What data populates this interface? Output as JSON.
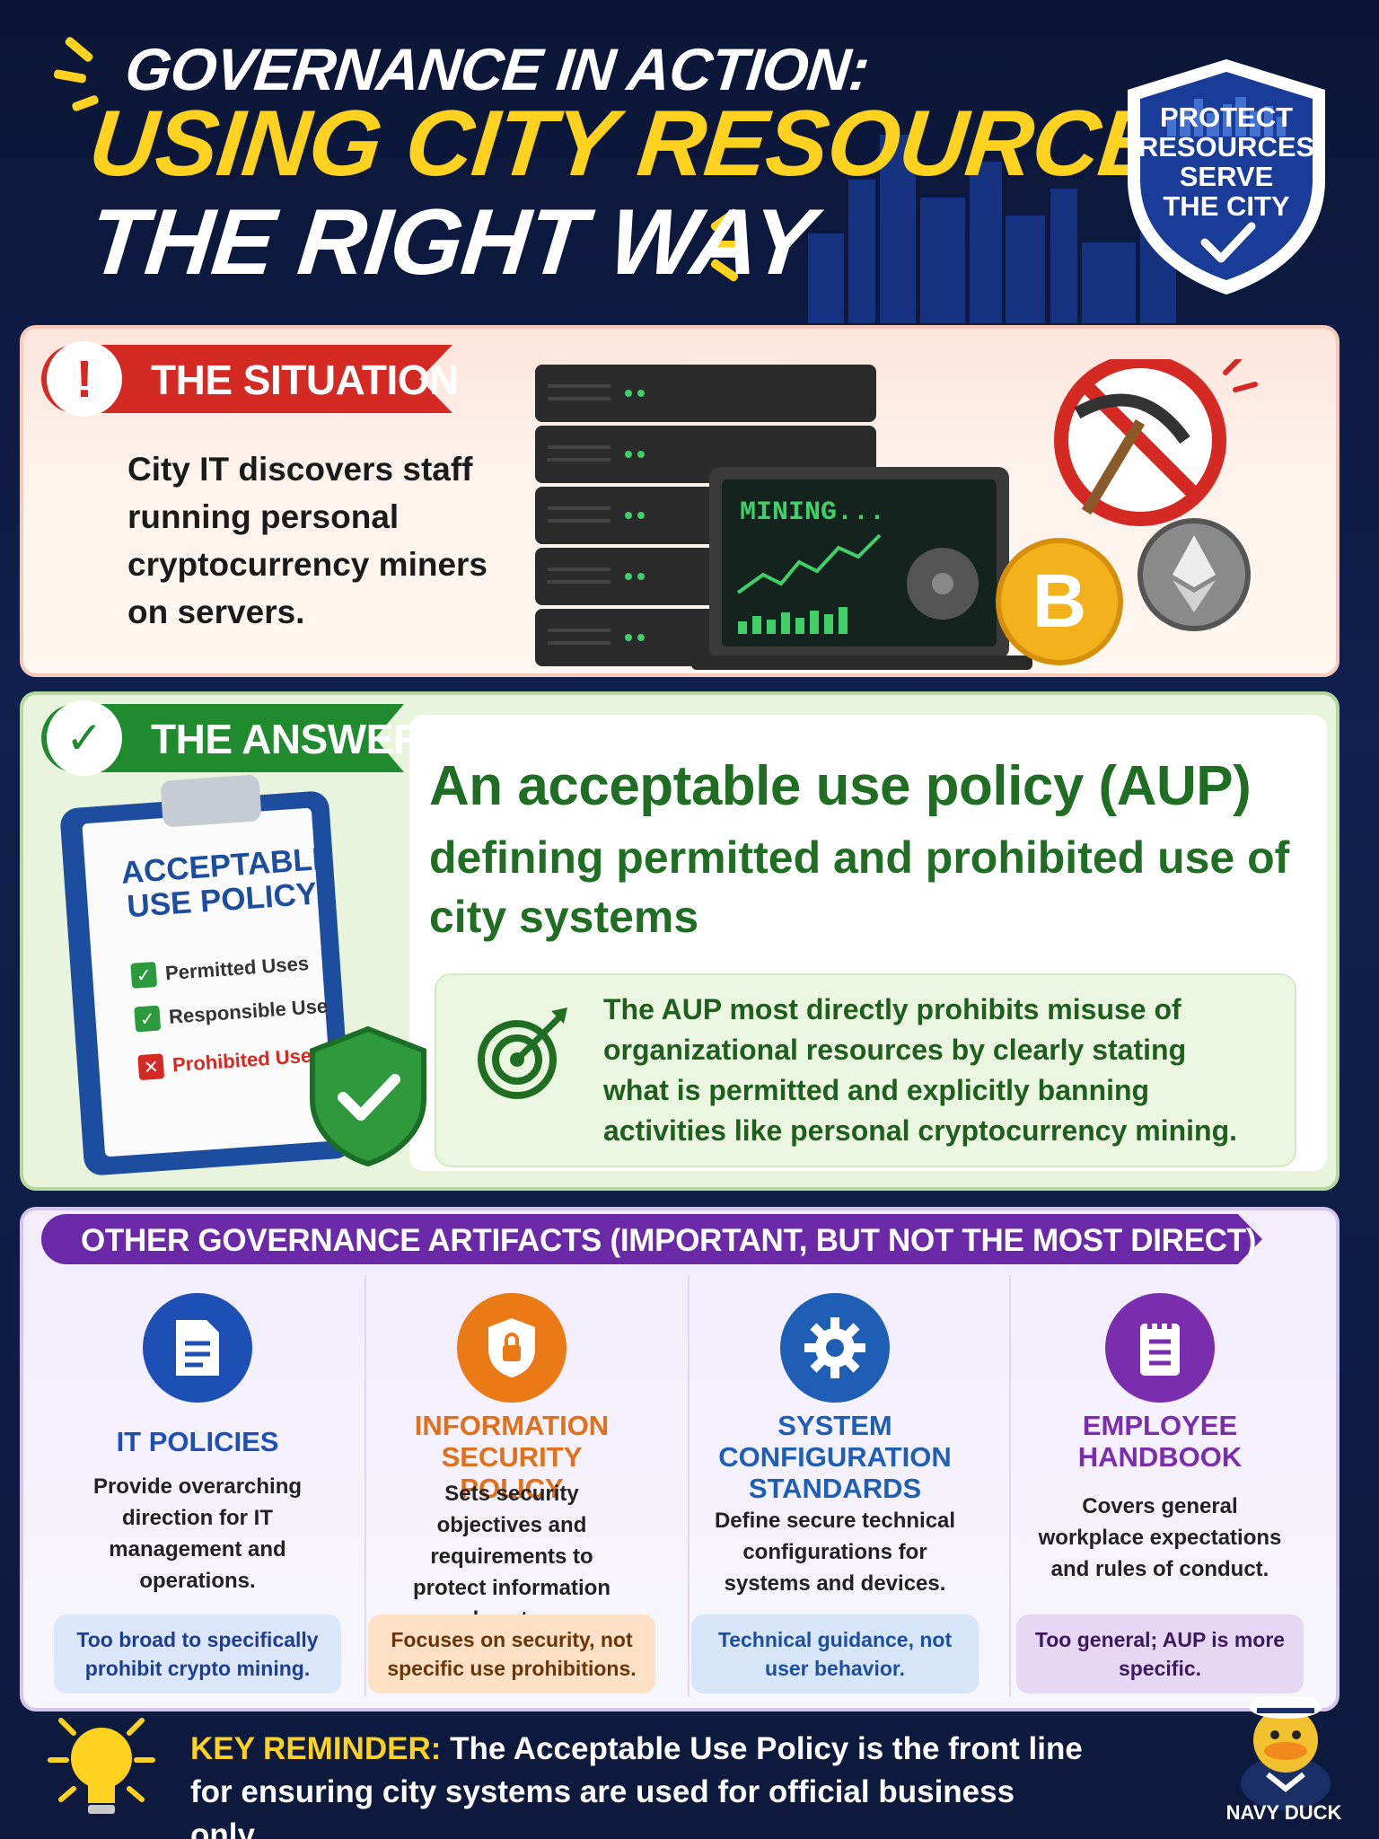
{
  "header": {
    "line1": "GOVERNANCE IN ACTION:",
    "line2": "USING CITY RESOURCES",
    "line3": "THE RIGHT WAY",
    "badge_lines": [
      "PROTECT",
      "RESOURCES",
      "SERVE",
      "THE CITY"
    ]
  },
  "situation": {
    "tag": "THE SITUATION",
    "tag_icon": "exclamation-icon",
    "text": "City IT discovers staff running personal cryptocurrency miners on servers.",
    "laptop_label": "MINING..."
  },
  "answer": {
    "tag": "THE ANSWER",
    "tag_icon": "check-icon",
    "title": "An acceptable use policy (AUP)",
    "subtitle": "defining permitted and prohibited use of city systems",
    "detail": "The AUP most directly prohibits misuse of organizational resources by clearly stating what is permitted and explicitly banning activities like personal cryptocurrency mining.",
    "clipboard": {
      "title": "ACCEPTABLE USE POLICY",
      "items": [
        {
          "label": "Permitted Uses",
          "status": "check"
        },
        {
          "label": "Responsible Use",
          "status": "check"
        },
        {
          "label": "Prohibited Uses",
          "status": "x"
        }
      ]
    }
  },
  "other": {
    "title": "OTHER GOVERNANCE ARTIFACTS (IMPORTANT, BUT NOT THE MOST DIRECT)",
    "artifacts": [
      {
        "title": "IT POLICIES",
        "icon": "document-icon",
        "description": "Provide overarching direction for IT management and operations.",
        "note": "Too broad to specifically prohibit crypto mining.",
        "color": "#1e4fb5"
      },
      {
        "title": "INFORMATION SECURITY POLICY",
        "icon": "shield-lock-icon",
        "description": "Sets security objectives and requirements to protect information and systems..",
        "note": "Focuses on security, not specific use prohibitions.",
        "color": "#e0701a"
      },
      {
        "title": "SYSTEM CONFIGURATION STANDARDS",
        "icon": "gear-icon",
        "description": "Define secure technical configurations for systems and devices.",
        "note": "Technical guidance, not user behavior.",
        "color": "#1e5fb5"
      },
      {
        "title": "EMPLOYEE HANDBOOK",
        "icon": "notebook-icon",
        "description": "Covers general workplace expectations and rules of conduct.",
        "note": "Too general; AUP is more specific.",
        "color": "#7a2eae"
      }
    ]
  },
  "reminder": {
    "label": "KEY REMINDER:",
    "text": "The Acceptable Use Policy is the front line for ensuring city systems are used for official business only."
  },
  "mascot": {
    "label": "NAVY DUCK"
  },
  "colors": {
    "navy": "#0d1a3d",
    "yellow": "#ffd21f",
    "red": "#d52a24",
    "green": "#1f8a2e",
    "purple": "#6a2aa8"
  }
}
